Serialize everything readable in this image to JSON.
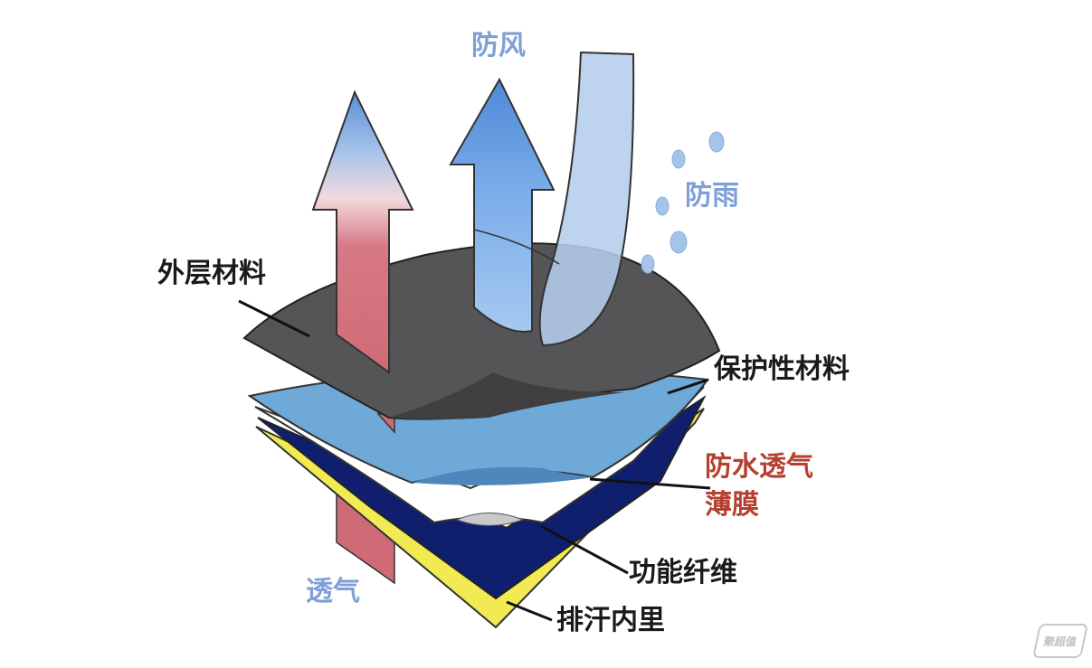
{
  "labels": {
    "windproof": "防风",
    "rainproof": "防雨",
    "outer_material": "外层材料",
    "protective_material": "保护性材料",
    "membrane_line1": "防水透气",
    "membrane_line2": "薄膜",
    "functional_fiber": "功能纤维",
    "wicking_lining": "排汗内里",
    "breathable": "透气"
  },
  "watermark": "聚超值",
  "colors": {
    "outer_layer": "#555558",
    "protective_layer": "#6fa9d8",
    "membrane": "#ffffff",
    "fiber_layer": "#0f1f6e",
    "lining_layer": "#f2ea52",
    "vapor_arrow": "#cf6b77",
    "wind_arrow": "#7daee6",
    "rain_stream": "#b4cdec",
    "label_blue": "#7f9fd6",
    "label_red": "#b4402f"
  }
}
